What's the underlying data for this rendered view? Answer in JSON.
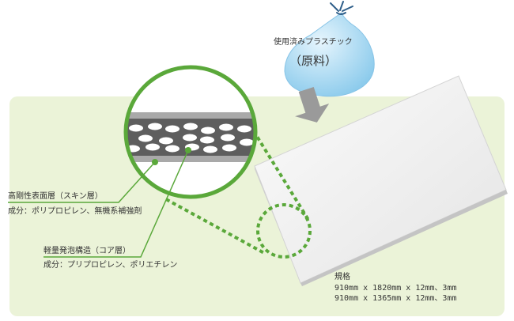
{
  "source": {
    "label": "使用済みプラスチック",
    "raw_material": "（原料）"
  },
  "layers": {
    "skin": {
      "title": "高剛性表面層（スキン層）",
      "composition": "成分：ポリプロピレン、無機系補強剤"
    },
    "core": {
      "title": "軽量発泡構造（コア層）",
      "composition": "成分：プリプロピレン、ポリエチレン"
    }
  },
  "spec": {
    "title": "規格",
    "lines": [
      "910mm x 1820mm x 12mm、3mm",
      "910mm x 1365mm x 12mm、3mm"
    ]
  },
  "colors": {
    "accent_green": "#5aa83a",
    "panel_bg": "#ebf3d8",
    "bag_blue": "#9fd3ef",
    "core_gray": "#5e5e5e",
    "skin_gray": "#a9a9a9",
    "arrow_gray": "#9a9a9a"
  }
}
